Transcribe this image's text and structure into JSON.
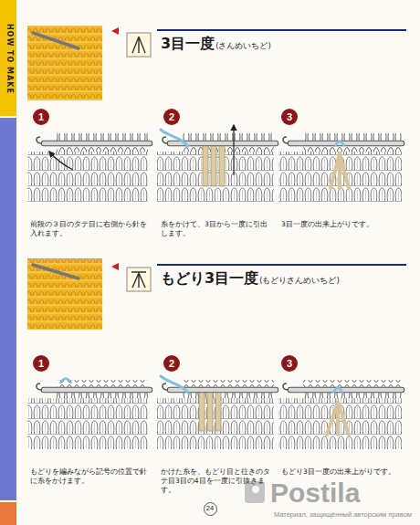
{
  "diagram": {
    "nodes": [
      {
        "text": [
          "1"
        ]
      },
      {
        "text": [
          "2"
        ]
      },
      {
        "text": [
          "3"
        ]
      },
      {
        "text": [
          "1"
        ]
      },
      {
        "text": [
          "2"
        ]
      },
      {
        "text": [
          "3"
        ]
      },
      {
        "text": [
          "24"
        ]
      }
    ],
    "labels": [
      "HOW TO MAKE",
      "3目一度",
      "(さんめいちど)",
      "前段の３目のタテ目に右側から針を入れます。",
      "糸をかけて、3目から一度に引出します。",
      "3目一度の出来上がりです。",
      "もどり3目一度",
      "(もどりさんめいちど)",
      "もどりを編みながら記号の位置で針に糸をかけます。",
      "かけた糸を、もどり目と往きのタテ目3目の4目を一度に引抜きます。",
      "もどり3目一度の出来上がりです。",
      "Postila",
      "Материал, защищённый авторским правом"
    ]
  }
}
